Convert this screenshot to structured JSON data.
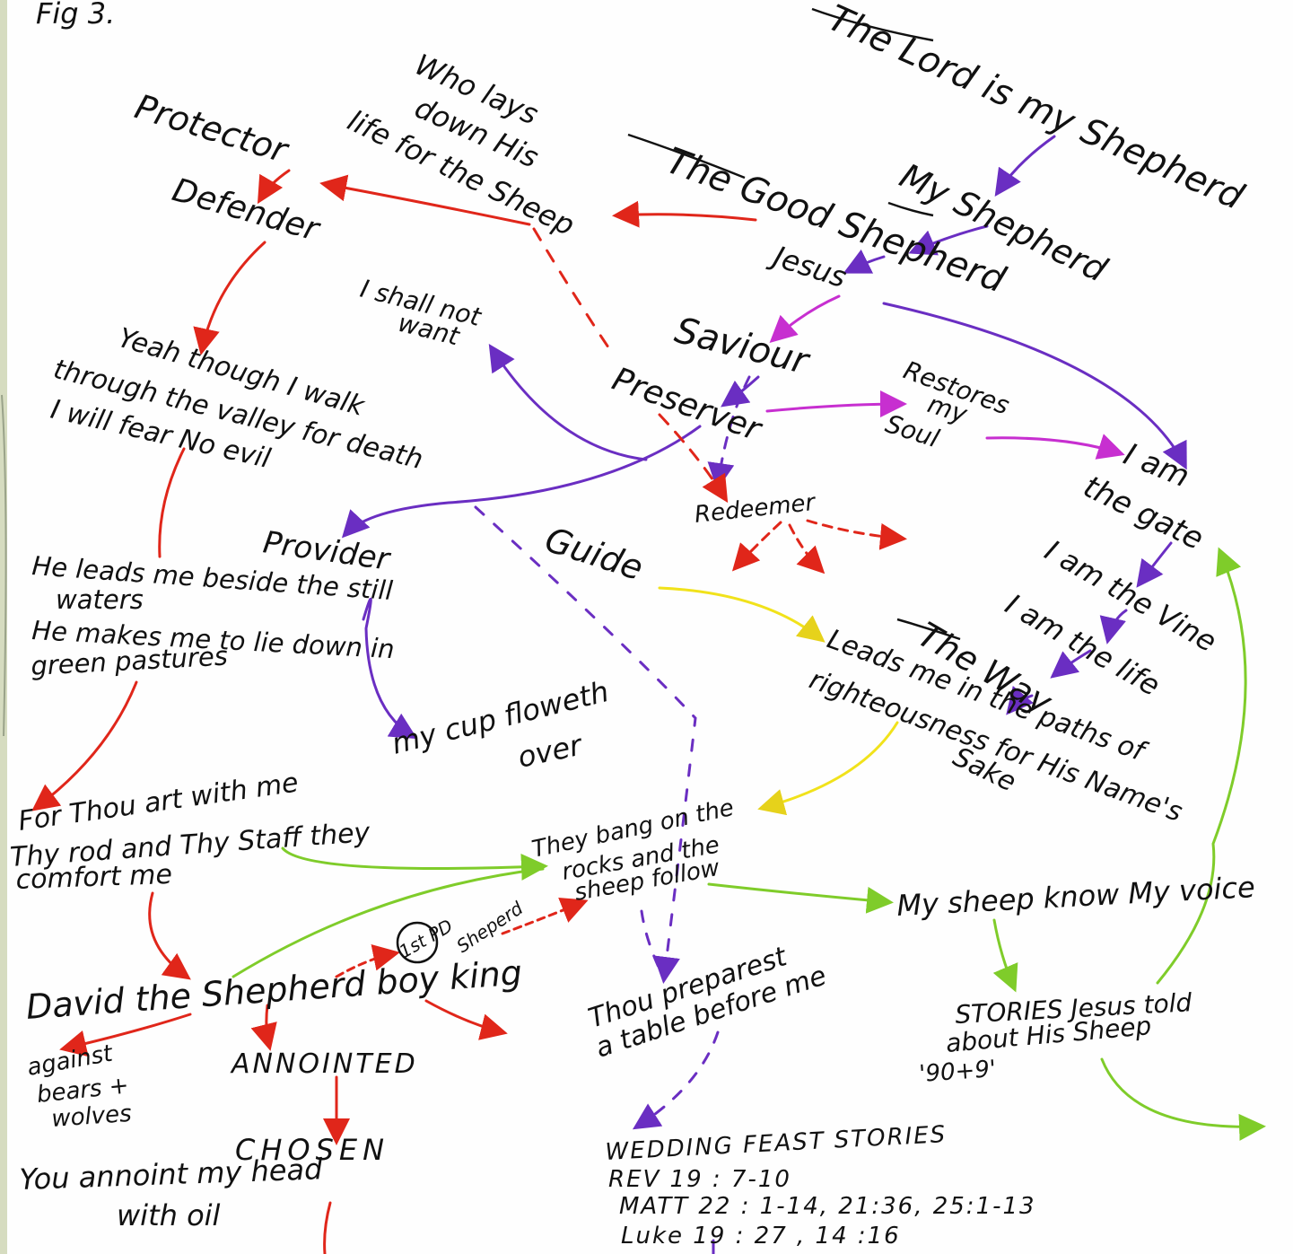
{
  "figure_label": "Fig 3.",
  "colors": {
    "ink": "#111111",
    "red": "#e0261a",
    "purple": "#6a2ec2",
    "magenta": "#c72fd0",
    "yellow": "#f1e21b",
    "green": "#7fcc2a",
    "background": "#fefefe",
    "margin": "#d6dcc0"
  },
  "nodes": {
    "title": "The Lord is my Shepherd",
    "my_shepherd": "My Shepherd",
    "good_shepherd": "The Good Shepherd",
    "jesus": "Jesus",
    "lays_down_1": "Who lays",
    "lays_down_2": "down His",
    "lays_down_3": "life for the Sheep",
    "protector": "Protector",
    "defender": "Defender",
    "shall_not_want_1": "I shall not",
    "shall_not_want_2": "want",
    "saviour": "Saviour",
    "preserver": "Preserver",
    "restores_1": "Restores",
    "restores_2": "my",
    "restores_3": "Soul",
    "yea_1": "Yeah though I walk",
    "yea_2": "through the valley for death",
    "yea_3": "I will fear No evil",
    "gate_1": "I am",
    "gate_2": "the gate",
    "vine": "I am the Vine",
    "life": "I am the life",
    "the_way": "The Way",
    "redeemer": "Redeemer",
    "provider": "Provider",
    "guide": "Guide",
    "leads_1": "He leads me beside the still",
    "leads_2": "waters",
    "leads_3": "He makes me to lie down in",
    "leads_4": "green pastures",
    "cup_1": "my cup floweth",
    "cup_2": "over",
    "paths_1": "Leads me in the paths of",
    "paths_2": "righteousness for His Name's",
    "paths_3": "Sake",
    "thou_art_1": "For Thou art with me",
    "thou_art_2": "Thy rod and Thy Staff they",
    "thou_art_3": "comfort me",
    "bang_1": "They bang on the",
    "bang_2": "rocks and the",
    "bang_3": "sheep follow",
    "know_voice": "My sheep know My voice",
    "first_1": "1st PD",
    "first_2": "Sheperd",
    "david": "David the Shepherd boy king",
    "table_1": "Thou preparest",
    "table_2": "a table before me",
    "stories_1": "STORIES Jesus told",
    "stories_2": "about His Sheep",
    "stories_3": "'90+9'",
    "bears_1": "against",
    "bears_2": "bears +",
    "bears_3": "wolves",
    "annointed": "ANNOINTED",
    "chosen": "CHOSEN",
    "anoint_1": "You annoint my head",
    "anoint_2": "with oil",
    "wedding_1": "WEDDING FEAST STORIES",
    "wedding_2": "REV 19 : 7-10",
    "wedding_3": "MATT 22 : 1-14, 21:36, 25:1-13",
    "wedding_4": "Luke 19 : 27 , 14 :16"
  }
}
